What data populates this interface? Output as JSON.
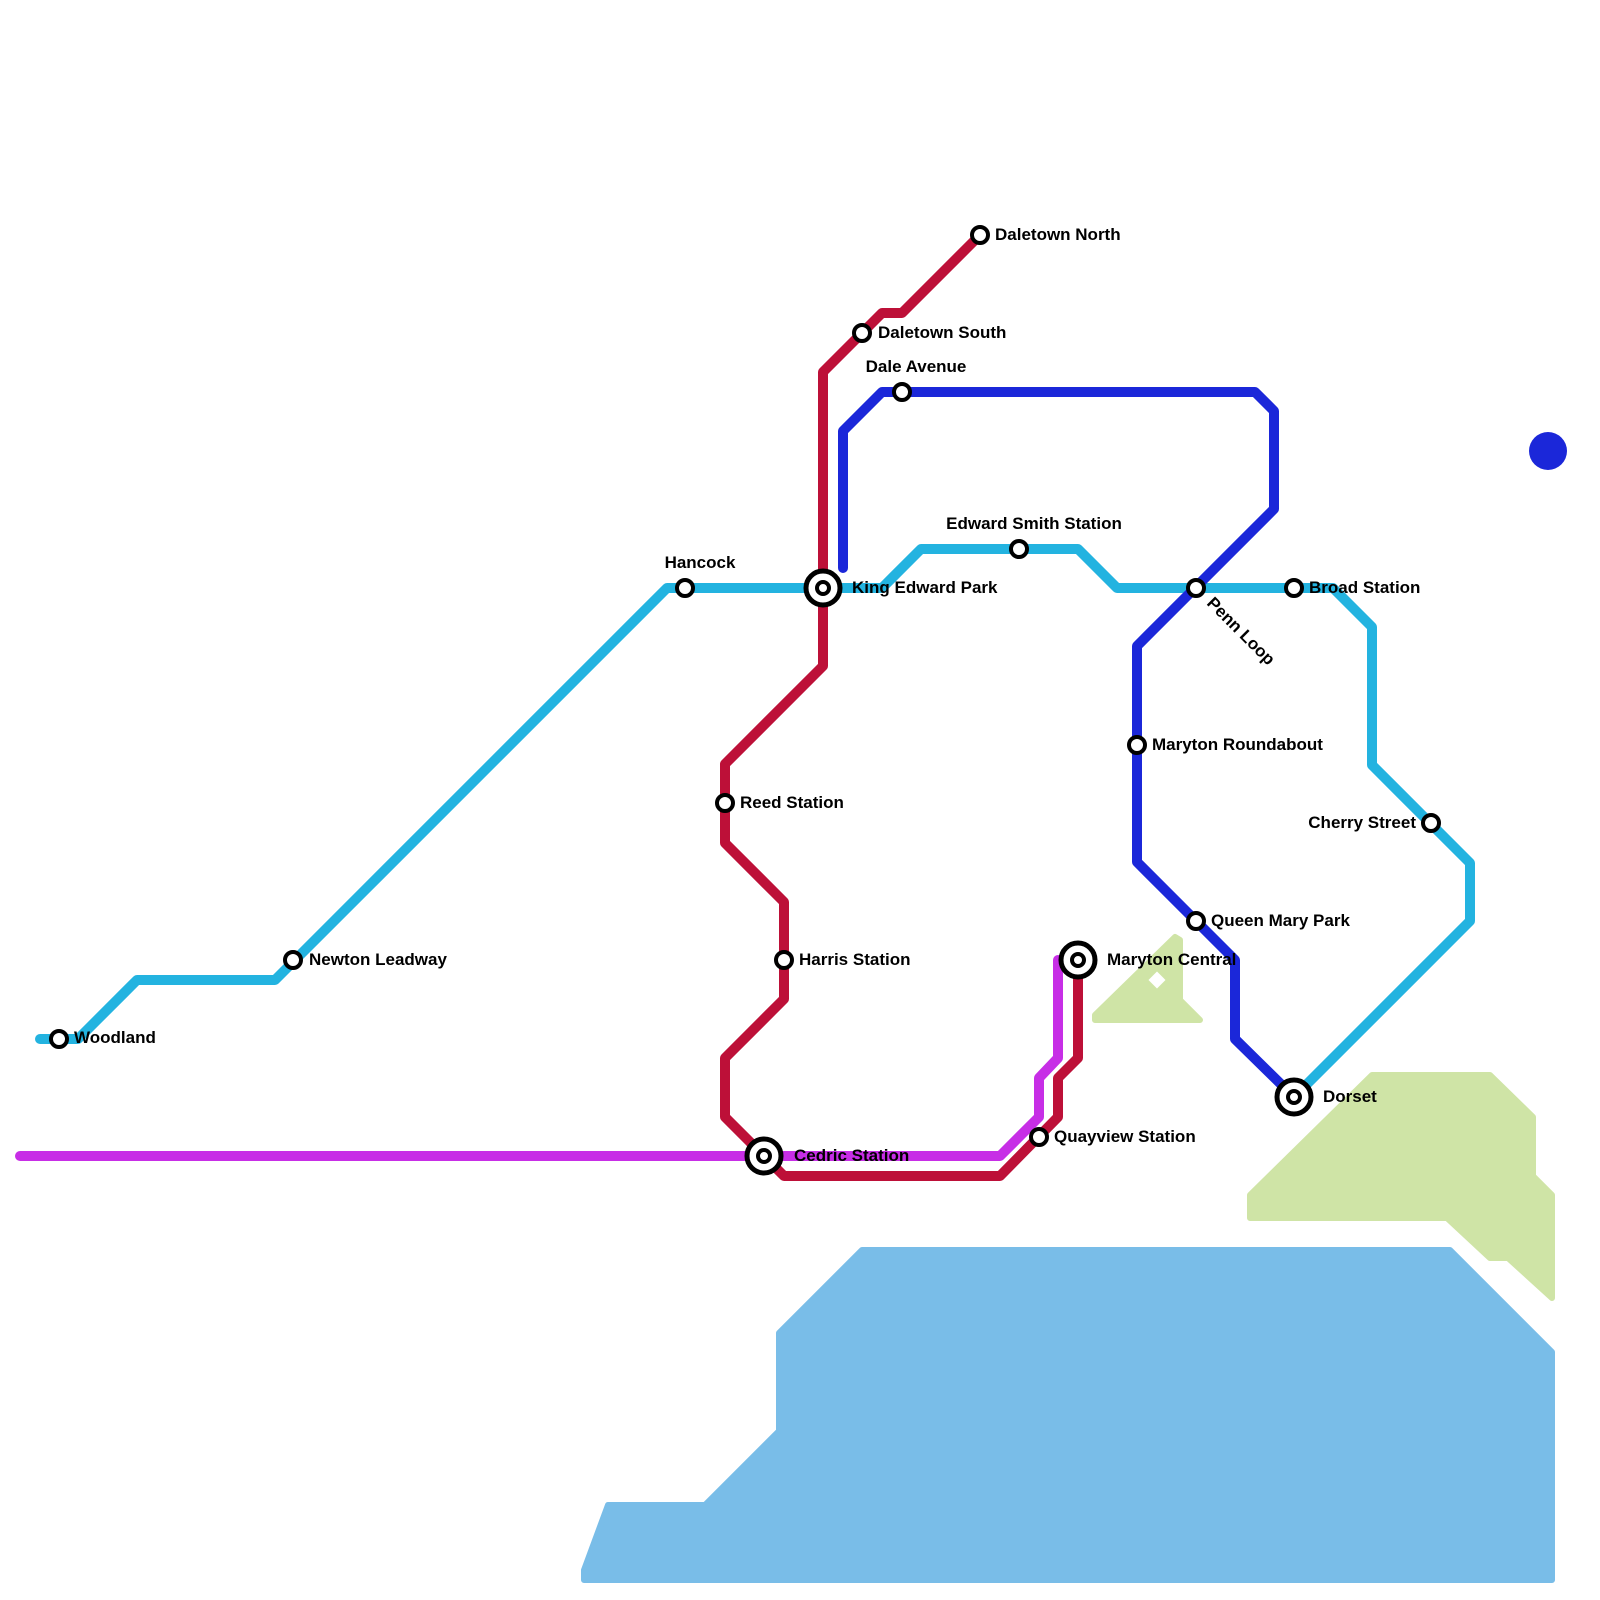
{
  "colors": {
    "cyan_line": "#23b3e0",
    "red_line": "#bd1038",
    "blue_line": "#1b27d9",
    "magenta_line": "#c72ee6",
    "water": "#79bde8",
    "park": "#cfe4a6"
  },
  "stations": {
    "woodland": "Woodland",
    "newton_leadway": "Newton Leadway",
    "hancock": "Hancock",
    "king_edward_park": "King Edward Park",
    "edward_smith": "Edward Smith Station",
    "penn_loop": "Penn Loop",
    "broad_station": "Broad Station",
    "cherry_street": "Cherry Street",
    "dorset": "Dorset",
    "daletown_north": "Daletown North",
    "daletown_south": "Daletown South",
    "dale_avenue": "Dale Avenue",
    "reed_station": "Reed Station",
    "harris_station": "Harris Station",
    "cedric_station": "Cedric Station",
    "quayview_station": "Quayview Station",
    "maryton_central": "Maryton Central",
    "maryton_roundabout": "Maryton Roundabout",
    "queen_mary_park": "Queen Mary Park"
  }
}
